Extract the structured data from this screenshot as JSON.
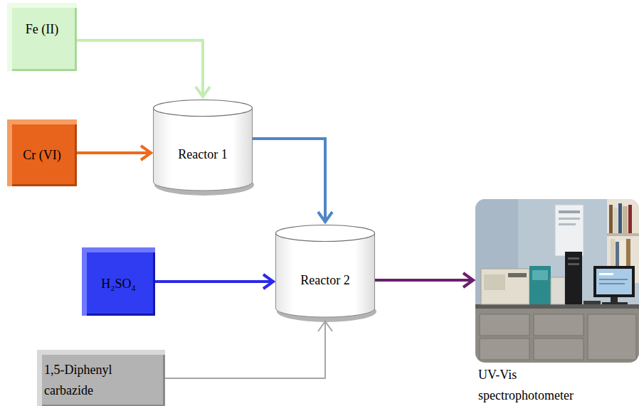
{
  "diagram": {
    "nodes": [
      {
        "text": [
          "Fe (II)"
        ]
      },
      {
        "text": [
          "Cr (VI)"
        ]
      },
      {
        "text": [
          "Reactor 1"
        ]
      },
      {
        "text": [
          "H₂SO₄"
        ]
      },
      {
        "text": [
          "Reactor 2"
        ]
      },
      {
        "text": [
          "1,5-Diphenyl carbazide"
        ]
      },
      {
        "text": [
          "UV-Vis spectrophotometer"
        ]
      }
    ],
    "edges": [
      {
        "from": 0,
        "to": 2,
        "arrow": "to"
      },
      {
        "from": 1,
        "to": 2,
        "arrow": "to"
      },
      {
        "from": 2,
        "to": 4,
        "arrow": "to"
      },
      {
        "from": 3,
        "to": 4,
        "arrow": "to"
      },
      {
        "from": 5,
        "to": 4,
        "arrow": "to"
      },
      {
        "from": 4,
        "to": 6,
        "arrow": "to"
      }
    ]
  }
}
